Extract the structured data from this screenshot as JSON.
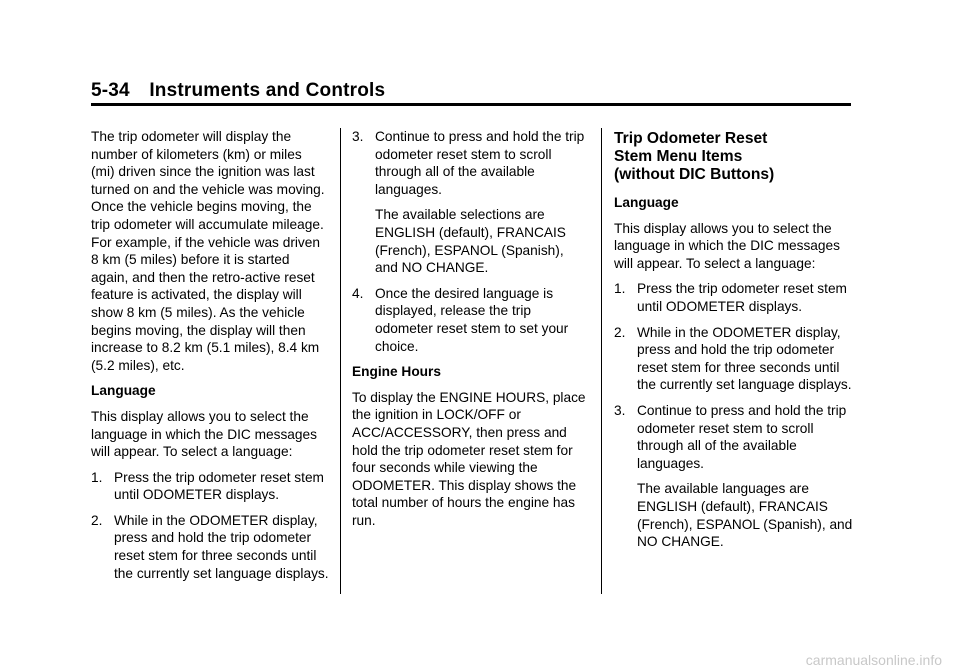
{
  "header": {
    "page_number": "5-34",
    "section": "Instruments and Controls"
  },
  "col1": {
    "p1": "The trip odometer will display the number of kilometers (km) or miles (mi) driven since the ignition was last turned on and the vehicle was moving. Once the vehicle begins moving, the trip odometer will accumulate mileage. For example, if the vehicle was driven 8 km (5 miles) before it is started again, and then the retro-active reset feature is activated, the display will show 8 km (5 miles). As the vehicle begins moving, the display will then increase to 8.2 km (5.1 miles), 8.4 km (5.2 miles), etc.",
    "language_heading": "Language",
    "p2": "This display allows you to select the language in which the DIC messages will appear. To select a language:",
    "step1_num": "1.",
    "step1": "Press the trip odometer reset stem until ODOMETER displays.",
    "step2_num": "2.",
    "step2": "While in the ODOMETER display, press and hold the trip odometer reset stem for three seconds until the currently set language displays."
  },
  "col2": {
    "step3_num": "3.",
    "step3": "Continue to press and hold the trip odometer reset stem to scroll through all of the available languages.",
    "step3_sub": "The available selections are ENGLISH (default), FRANCAIS (French), ESPANOL (Spanish), and NO CHANGE.",
    "step4_num": "4.",
    "step4": "Once the desired language is displayed, release the trip odometer reset stem to set your choice.",
    "engine_heading": "Engine Hours",
    "p_engine": "To display the ENGINE HOURS, place the ignition in LOCK/OFF or ACC/ACCESSORY, then press and hold the trip odometer reset stem for four seconds while viewing the ODOMETER. This display shows the total number of hours the engine has run."
  },
  "col3": {
    "section_title_line1": "Trip Odometer Reset",
    "section_title_line2": "Stem Menu Items",
    "section_title_line3": "(without DIC Buttons)",
    "language_heading": "Language",
    "p1": "This display allows you to select the language in which the DIC messages will appear. To select a language:",
    "step1_num": "1.",
    "step1": "Press the trip odometer reset stem until ODOMETER displays.",
    "step2_num": "2.",
    "step2": "While in the ODOMETER display, press and hold the trip odometer reset stem for three seconds until the currently set language displays.",
    "step3_num": "3.",
    "step3": "Continue to press and hold the trip odometer reset stem to scroll through all of the available languages.",
    "step3_sub": "The available languages are ENGLISH (default), FRANCAIS (French), ESPANOL (Spanish), and NO CHANGE."
  },
  "footer": {
    "watermark": "carmanualsonline.info"
  }
}
